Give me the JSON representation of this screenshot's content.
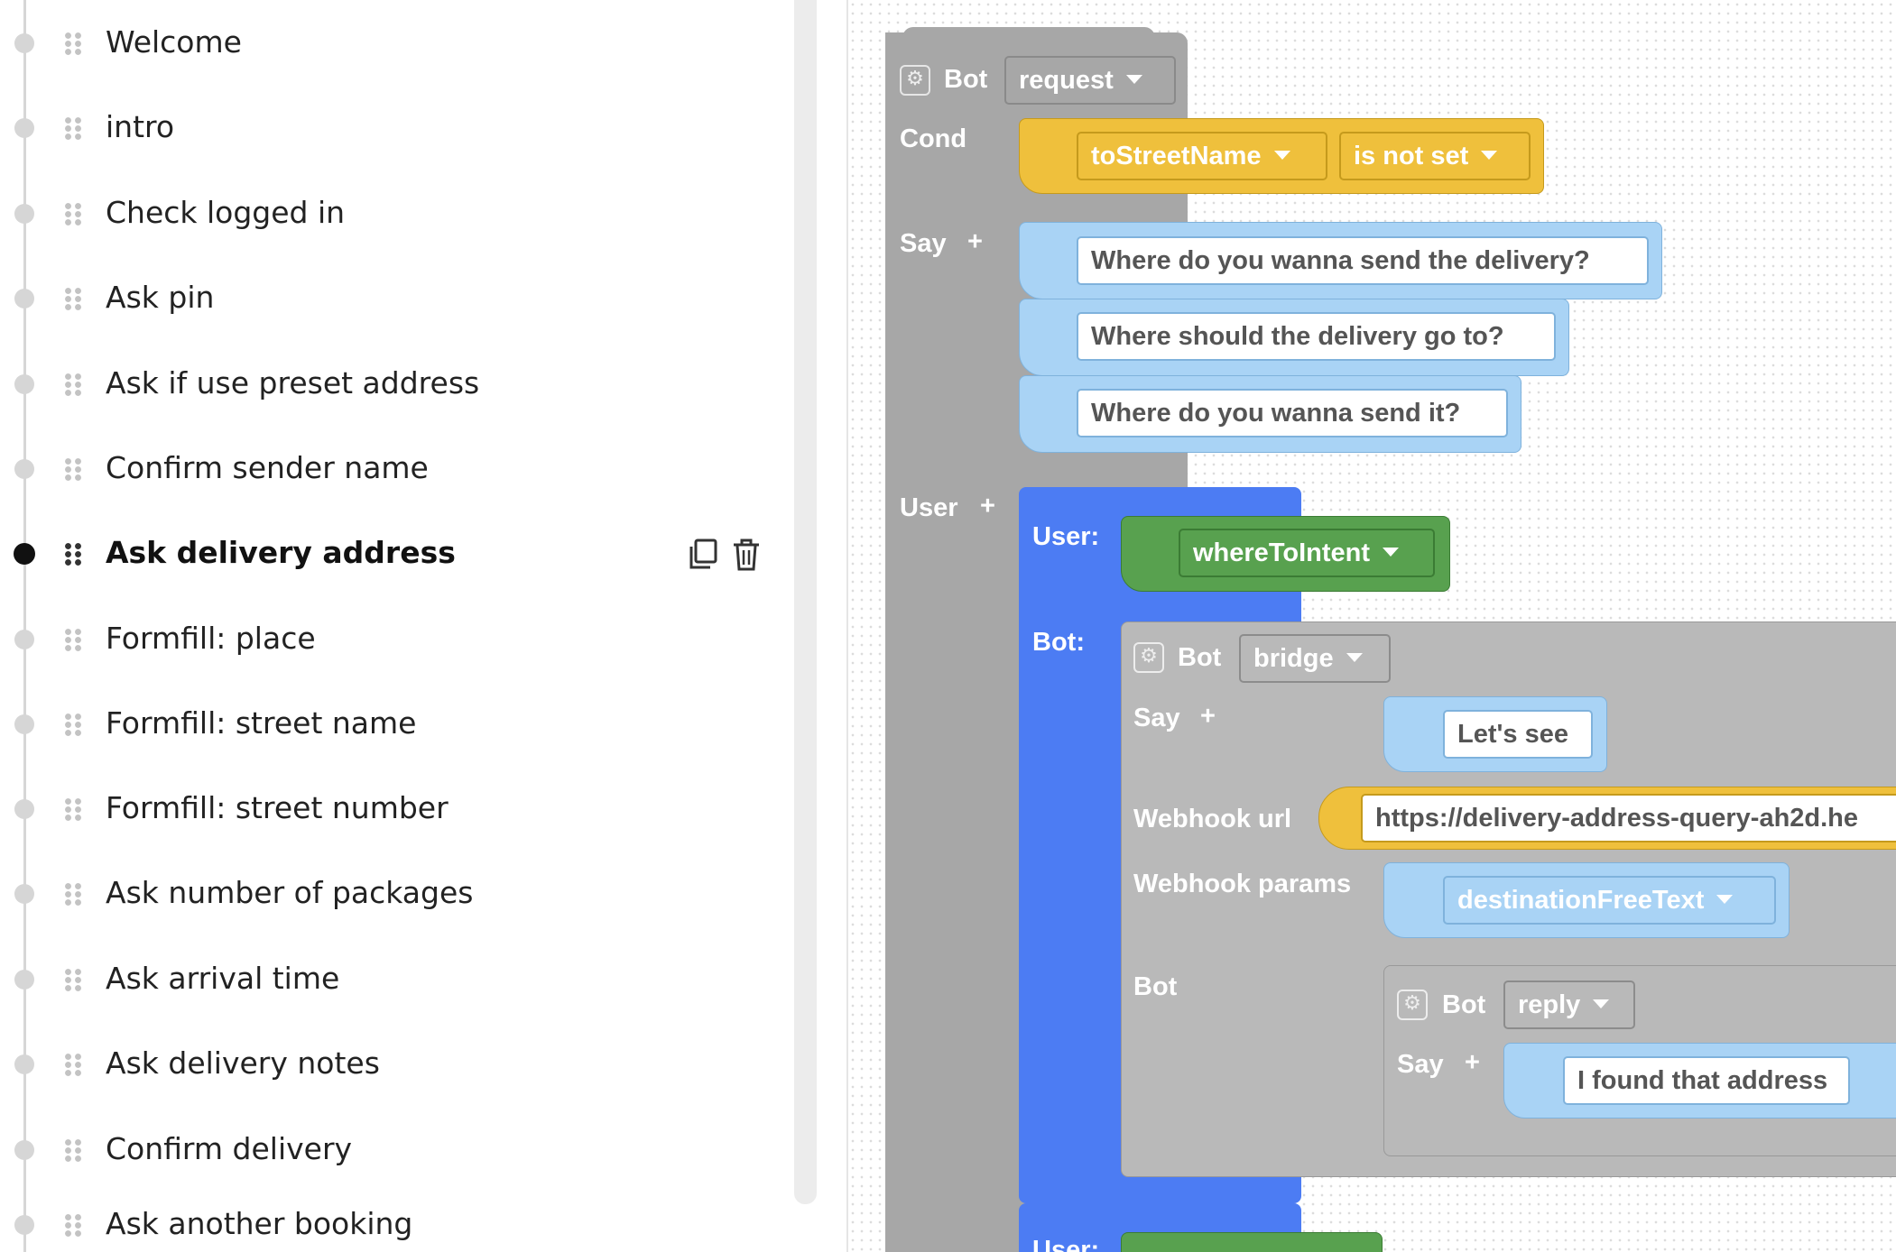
{
  "sidebar": {
    "items": [
      {
        "label": "Welcome"
      },
      {
        "label": "intro"
      },
      {
        "label": "Check logged in"
      },
      {
        "label": "Ask pin"
      },
      {
        "label": "Ask if use preset address"
      },
      {
        "label": "Confirm sender name"
      },
      {
        "label": "Ask delivery address",
        "active": true
      },
      {
        "label": "Formfill: place"
      },
      {
        "label": "Formfill: street name"
      },
      {
        "label": "Formfill: street number"
      },
      {
        "label": "Ask number of packages"
      },
      {
        "label": "Ask arrival time"
      },
      {
        "label": "Ask delivery notes"
      },
      {
        "label": "Confirm delivery"
      },
      {
        "label": "Ask another booking"
      }
    ],
    "icons": [
      "drag-handle-icon",
      "copy-icon",
      "trash-icon"
    ]
  },
  "workspace": {
    "outer_block": {
      "bot_label": "Bot",
      "bot_type": "request",
      "cond_label": "Cond",
      "cond_var": "toStreetName",
      "cond_op": "is not set",
      "say_label": "Say",
      "plus": "+",
      "say_texts": [
        "Where do you wanna send the delivery?",
        "Where should the delivery go to?",
        "Where do you wanna send it?"
      ],
      "user_label": "User"
    },
    "user_block": {
      "user_label": "User:",
      "intent": "whereToIntent",
      "bot_label": "Bot:"
    },
    "bridge_block": {
      "bot_label": "Bot",
      "bot_type": "bridge",
      "say_label": "Say",
      "say_text": "Let's see",
      "webhook_url_label": "Webhook url",
      "webhook_url": "https://delivery-address-query-ah2d.he",
      "webhook_params_label": "Webhook params",
      "webhook_param": "destinationFreeText",
      "bot_row_label": "Bot"
    },
    "reply_block": {
      "bot_label": "Bot",
      "bot_type": "reply",
      "say_label": "Say",
      "say_text": "I found that address"
    },
    "next_user_label": "User:"
  },
  "colors": {
    "grey": "#a7a7a7",
    "yellow": "#efc03c",
    "light_blue": "#a9d3f5",
    "blue": "#4c7cf3",
    "green": "#58a14f"
  }
}
